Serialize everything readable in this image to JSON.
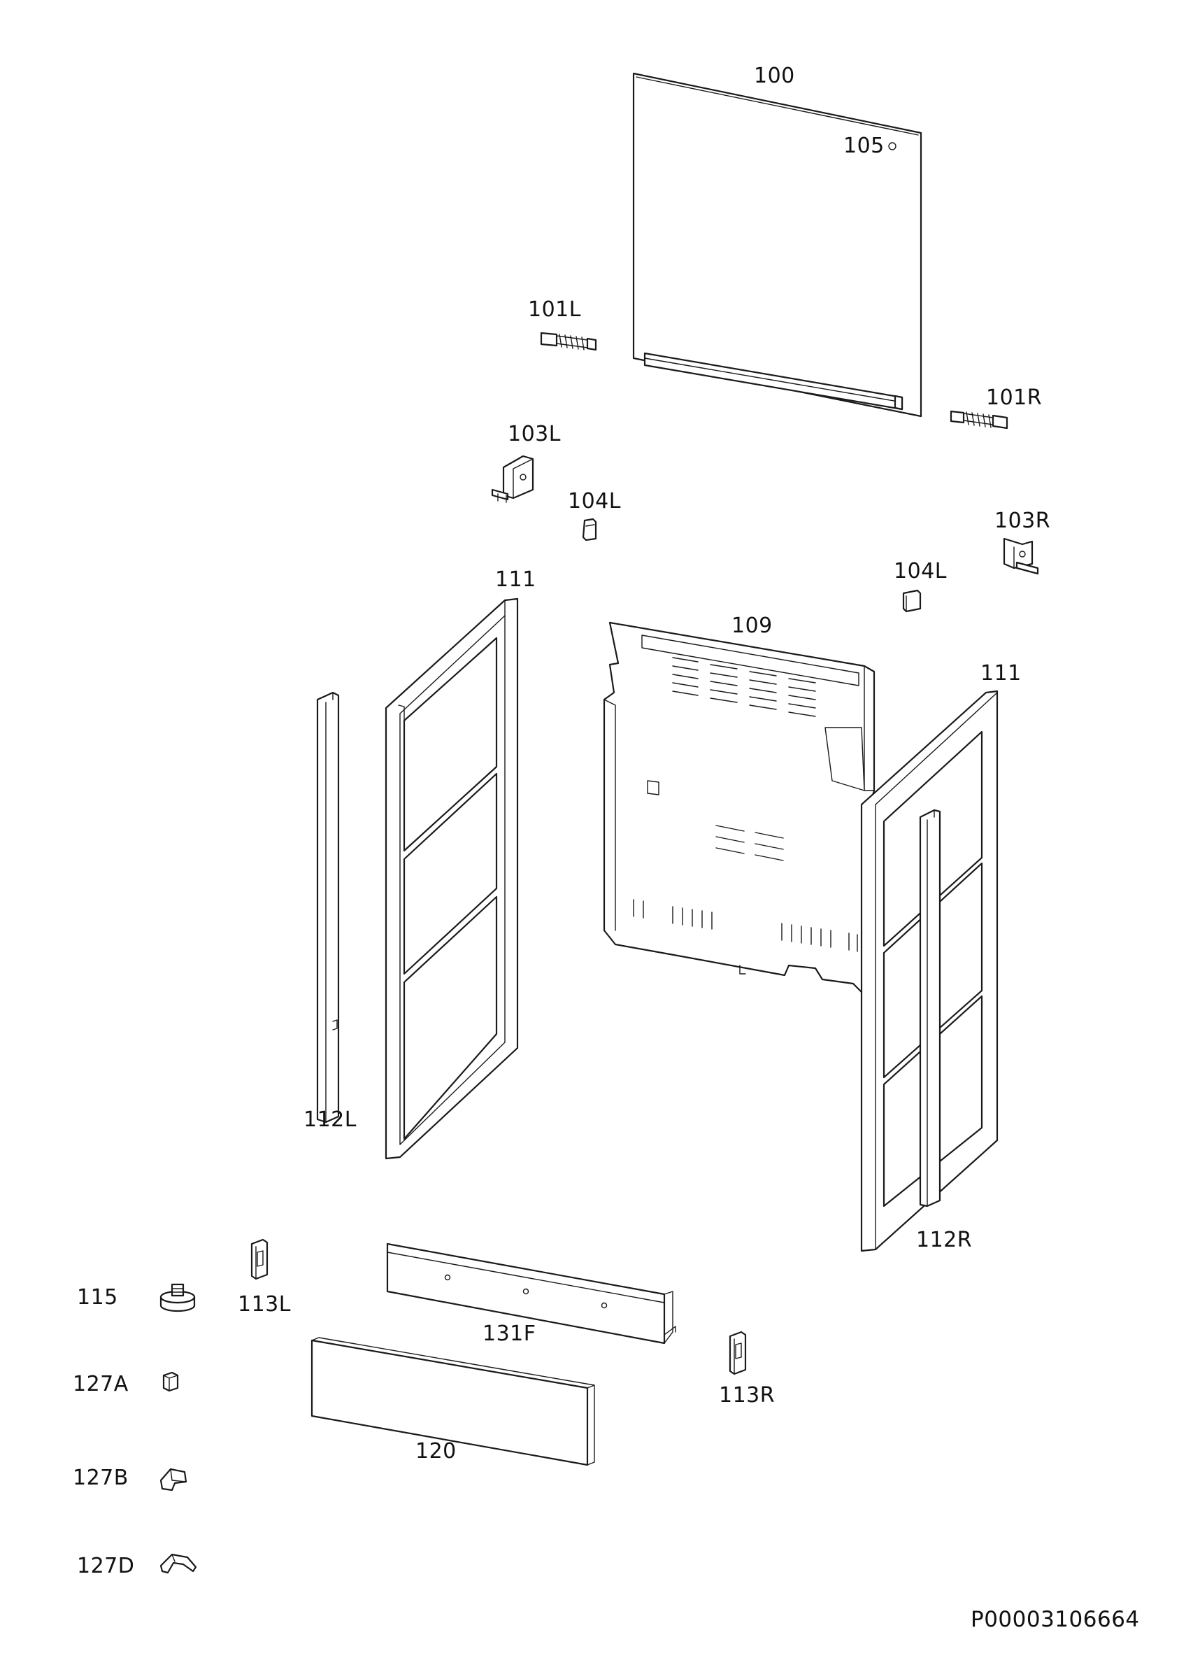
{
  "document_code": "P00003106664",
  "parts": {
    "p100": "100",
    "p105": "105",
    "p101L": "101L",
    "p101R": "101R",
    "p103L": "103L",
    "p104L_a": "104L",
    "p103R": "103R",
    "p104L_b": "104L",
    "p111_a": "111",
    "p109": "109",
    "p111_b": "111",
    "p112L": "112L",
    "p112R": "112R",
    "p113L": "113L",
    "p131F": "131F",
    "p113R": "113R",
    "p120": "120",
    "p115": "115",
    "p127A": "127A",
    "p127B": "127B",
    "p127D": "127D"
  }
}
